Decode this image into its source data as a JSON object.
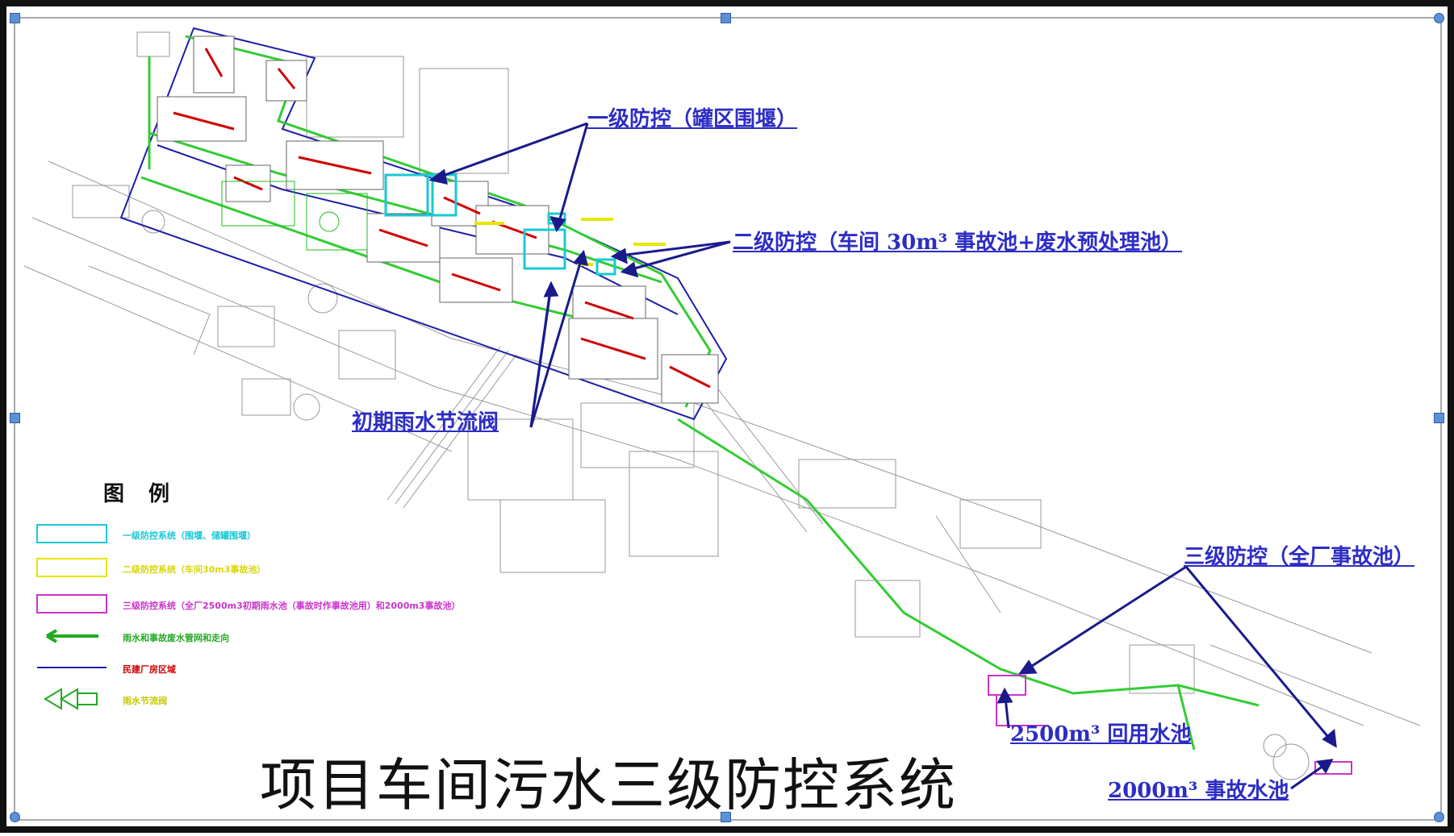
{
  "title": "项目车间污水三级防控系统",
  "callouts": {
    "level1": "一级防控（罐区围堰）",
    "level2": "二级防控（车间 30m³ 事故池+废水预处理池）",
    "rain_valve": "初期雨水节流阀",
    "level3": "三级防控（全厂事故池）",
    "pool_2500": "2500m³ 回用水池",
    "pool_2000": "2000m³ 事故水池"
  },
  "legend": {
    "title": "图　例",
    "items": [
      {
        "label": "一级防控系统（围堰、储罐围堰）",
        "color": "#19c9d6"
      },
      {
        "label": "二级防控系统（车间30m3事故池）",
        "color": "#e6e600"
      },
      {
        "label": "三级防控系统（全厂2500m3初期雨水池（事故时作事故池用）和2000m3事故池）",
        "color": "#cc33cc"
      },
      {
        "label": "雨水和事故废水管网和走向",
        "color": "#22aa22"
      },
      {
        "label": "民建厂房区域",
        "color": "#cc0000"
      },
      {
        "label": "雨水节流阀",
        "color": "#c8c800"
      }
    ]
  },
  "colors": {
    "boundary": "#1e1ea8",
    "pipe": "#33cc33",
    "arrow": "#1a1a8c",
    "level1": "#19c9d6",
    "level2": "#e6e600",
    "level3": "#cc33cc"
  }
}
